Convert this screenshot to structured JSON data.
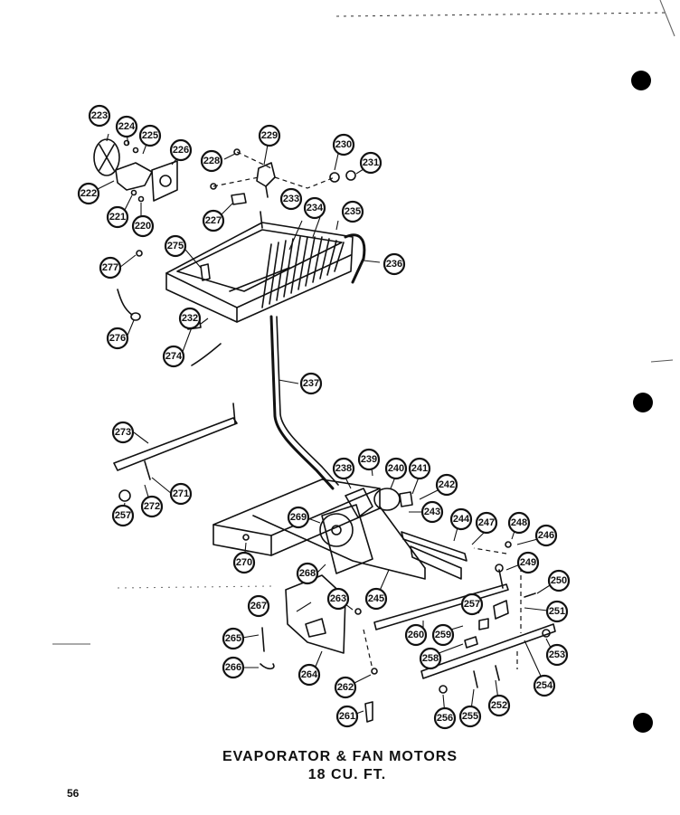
{
  "diagram": {
    "title_line1": "EVAPORATOR & FAN MOTORS",
    "title_line2": "18 CU. FT.",
    "page_number": "56",
    "callouts": [
      "220",
      "221",
      "222",
      "223",
      "224",
      "225",
      "226",
      "227",
      "228",
      "229",
      "230",
      "231",
      "232",
      "233",
      "234",
      "235",
      "236",
      "237",
      "238",
      "239",
      "240",
      "241",
      "242",
      "243",
      "244",
      "245",
      "246",
      "247",
      "248",
      "249",
      "250",
      "251",
      "252",
      "253",
      "254",
      "255",
      "256",
      "257",
      "257",
      "258",
      "259",
      "260",
      "261",
      "262",
      "263",
      "264",
      "265",
      "266",
      "267",
      "268",
      "269",
      "270",
      "271",
      "272",
      "273",
      "274",
      "275",
      "276",
      "277"
    ]
  }
}
